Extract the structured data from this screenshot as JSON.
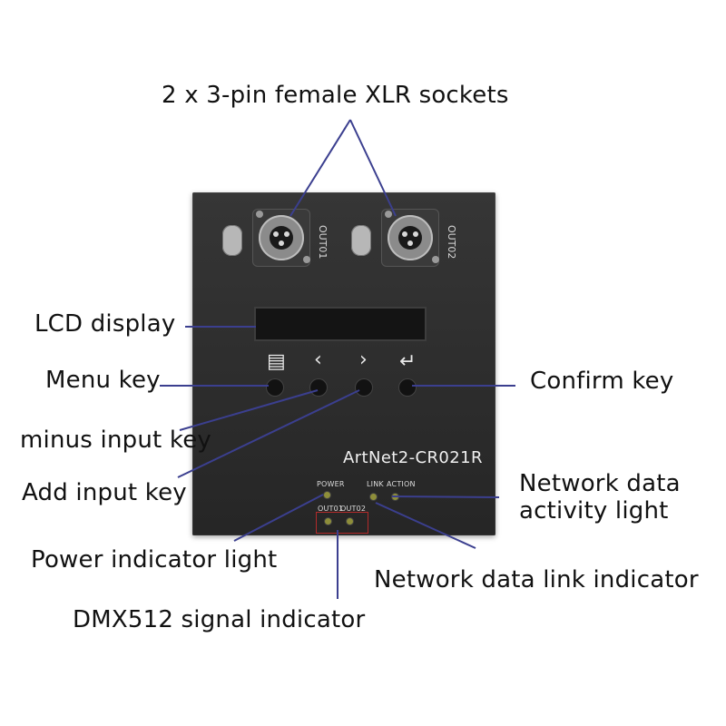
{
  "annotations": {
    "xlr_sockets": "2 x 3-pin female XLR sockets",
    "lcd_display": "LCD display",
    "menu_key": "Menu key",
    "minus_key": "minus input key",
    "add_key": "Add input key",
    "confirm_key": "Confirm key",
    "network_activity": "Network data activity light",
    "network_link": "Network data link indicator",
    "power_light": "Power indicator light",
    "dmx_signal": "DMX512 signal indicator"
  },
  "device": {
    "model": "ArtNet2-CR021R",
    "out1_label": "OUT01",
    "out2_label": "OUT02",
    "power_label": "POWER",
    "link_label": "LINK",
    "action_label": "ACTION",
    "dmx_out1_label": "OUT01",
    "dmx_out2_label": "OUT02"
  },
  "colors": {
    "panel": "#2b2b2b",
    "leader_line": "#3b3f8f"
  },
  "icons": {
    "menu_key_icon": "list-icon",
    "minus_key_icon": "chevron-left-icon",
    "add_key_icon": "chevron-right-icon",
    "confirm_key_icon": "enter-icon"
  }
}
